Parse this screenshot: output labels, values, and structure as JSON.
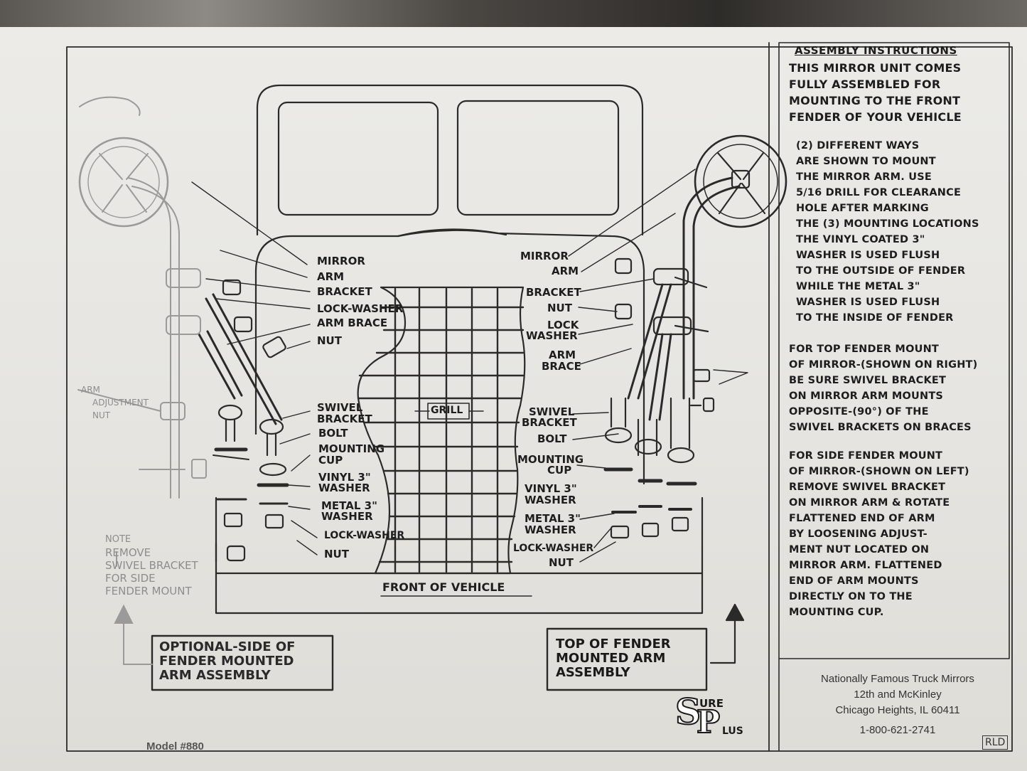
{
  "instructions": {
    "heading": "ASSEMBLY INSTRUCTIONS",
    "para1": "THIS MIRROR UNIT COMES\nFULLY ASSEMBLED FOR\nMOUNTING TO THE FRONT\nFENDER OF YOUR VEHICLE",
    "para2": "(2) DIFFERENT WAYS\nARE SHOWN TO MOUNT\nTHE MIRROR ARM. USE\n5/16 DRILL FOR CLEARANCE\nHOLE AFTER MARKING\nTHE (3) MOUNTING LOCATIONS\nTHE VINYL COATED 3\"\nWASHER IS USED FLUSH\nTO THE OUTSIDE OF FENDER\nWHILE THE METAL 3\"\nWASHER IS USED FLUSH\nTO THE INSIDE OF FENDER",
    "para3": "FOR TOP FENDER MOUNT\nOF MIRROR-(SHOWN ON RIGHT)\nBE SURE SWIVEL BRACKET\nON MIRROR ARM MOUNTS\nOPPOSITE-(90°) OF THE\nSWIVEL BRACKETS ON BRACES",
    "para4": "FOR SIDE FENDER MOUNT\nOF MIRROR-(SHOWN ON LEFT)\nREMOVE SWIVEL BRACKET\nON MIRROR ARM & ROTATE\nFLATTENED END OF ARM\nBY LOOSENING ADJUST-\nMENT NUT LOCATED ON\nMIRROR ARM. FLATTENED\nEND OF ARM MOUNTS\nDIRECTLY ON TO THE\nMOUNTING CUP."
  },
  "company": {
    "line1": "Nationally Famous Truck Mirrors",
    "line2": "12th and McKinley",
    "line3": "Chicago Heights, IL 60411",
    "phone": "1-800-621-2741",
    "initials": "RLD"
  },
  "logo": {
    "text": "SURE PLUS"
  },
  "model": "Model #880",
  "labels_left": {
    "mirror": "MIRROR",
    "arm": "ARM",
    "bracket": "BRACKET",
    "lock_washer": "LOCK-WASHER",
    "arm_brace": "ARM BRACE",
    "nut": "NUT",
    "swivel": "SWIVEL",
    "swivel_bracket": "BRACKET",
    "bolt": "BOLT",
    "mounting": "MOUNTING",
    "cup": "CUP",
    "vinyl": "VINYL 3\"",
    "vinyl_washer": "WASHER",
    "metal": "METAL 3\"",
    "metal_washer": "WASHER",
    "lock_washer2": "LOCK-WASHER",
    "nut2": "NUT"
  },
  "labels_right": {
    "mirror": "MIRROR",
    "arm": "ARM",
    "bracket": "BRACKET",
    "nut": "NUT",
    "lock": "LOCK",
    "washer": "WASHER",
    "arm_brace1": "ARM",
    "arm_brace2": "BRACE",
    "swivel": "SWIVEL",
    "swivel_bracket": "BRACKET",
    "bolt": "BOLT",
    "mounting": "MOUNTING",
    "cup": "CUP",
    "vinyl": "VINYL 3\"",
    "vinyl_washer": "WASHER",
    "metal": "METAL 3\"",
    "metal_washer": "WASHER",
    "lock_washer": "LOCK-WASHER",
    "nut2": "NUT"
  },
  "labels_faint": {
    "adj1": "ARM",
    "adj2": "ADJUSTMENT",
    "adj3": "NUT",
    "note0": "NOTE",
    "note1": "REMOVE",
    "note2": "SWIVEL BRACKET",
    "note3": "FOR SIDE",
    "note4": "FENDER MOUNT"
  },
  "grill": "GRILL",
  "front_of_vehicle": "FRONT OF VEHICLE",
  "box_left": "OPTIONAL-SIDE OF\nFENDER MOUNTED\nARM ASSEMBLY",
  "box_right": "TOP OF FENDER\nMOUNTED ARM\nASSEMBLY"
}
